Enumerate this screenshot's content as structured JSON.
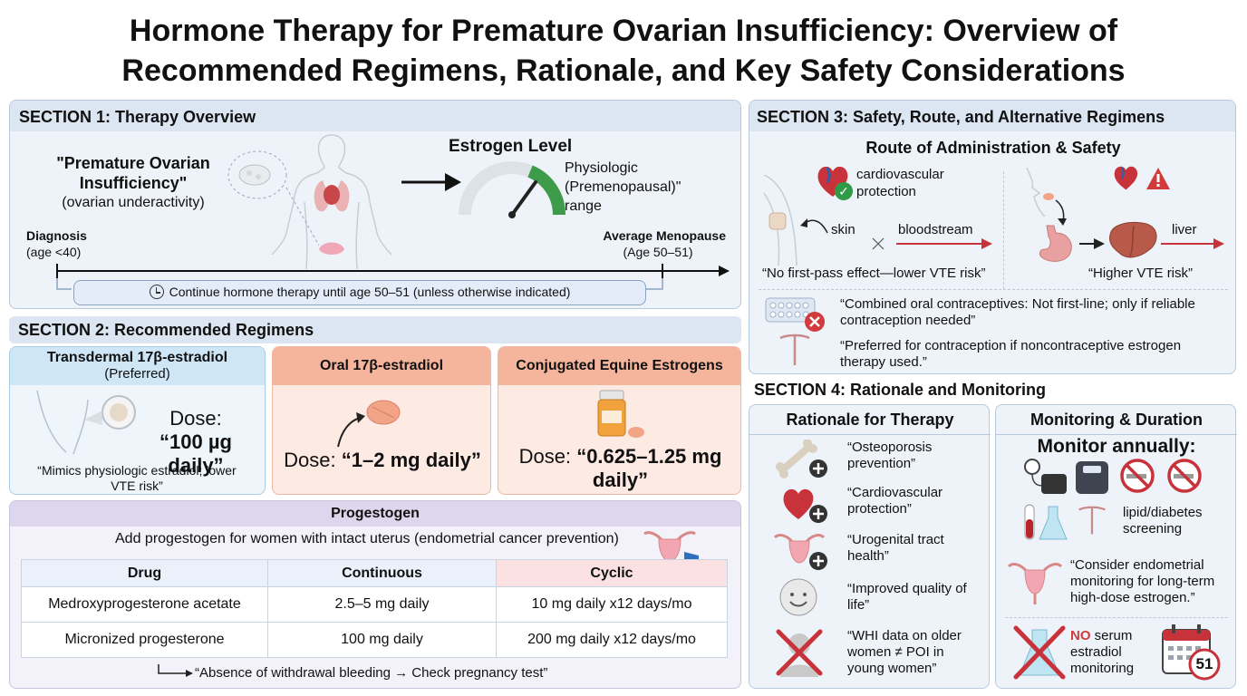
{
  "title": {
    "line1": "Hormone Therapy for Premature Ovarian Insufficiency: Overview of",
    "line2": "Recommended Regimens, Rationale, and Key Safety Considerations"
  },
  "section1": {
    "heading": "SECTION 1: Therapy Overview",
    "poi_title": "\"Premature Ovarian Insufficiency\"",
    "poi_sub": "(ovarian underactivity)",
    "estrogen_title": "Estrogen Level",
    "estrogen_range": "Physiologic (Premenopausal)\" range",
    "diagnosis_label": "Diagnosis",
    "diagnosis_age": "(age <40)",
    "menopause_label": "Average Menopause",
    "menopause_age": "(Age 50–51)",
    "continue_note": "Continue hormone therapy until age 50–51 (unless otherwise indicated)"
  },
  "section2": {
    "heading": "SECTION 2: Recommended Regimens",
    "transdermal": {
      "title": "Transdermal 17β-estradiol",
      "sub": "(Preferred)",
      "dose_label": "Dose:",
      "dose": "“100 µg daily”",
      "note": "“Mimics physiologic estradiol; lower VTE risk”"
    },
    "oral": {
      "title": "Oral 17β-estradiol",
      "dose_label": "Dose:",
      "dose": "“1–2 mg daily”"
    },
    "cee": {
      "title": "Conjugated Equine Estrogens",
      "dose_label": "Dose:",
      "dose": "“0.625–1.25 mg daily”"
    },
    "progestogen": {
      "title": "Progestogen",
      "note": "Add progestogen for women with intact uterus (endometrial cancer prevention)",
      "table_headers": [
        "Drug",
        "Continuous",
        "Cyclic"
      ],
      "table_rows": [
        [
          "Medroxyprogesterone acetate",
          "2.5–5 mg daily",
          "10 mg daily x12 days/mo"
        ],
        [
          "Micronized progesterone",
          "100 mg daily",
          "200 mg daily x12 days/mo"
        ]
      ],
      "footnote": "“Absence of withdrawal bleeding → Check pregnancy test”"
    }
  },
  "section3": {
    "heading": "SECTION 3: Safety, Route, and Alternative Regimens",
    "route_title": "Route of Administration & Safety",
    "cardio_label": "cardiovascular protection",
    "skin_label": "skin",
    "bloodstream_label": "bloodstream",
    "liver_label": "liver",
    "transdermal_note": "“No first-pass effect—lower VTE risk”",
    "oral_note": "“Higher VTE risk”",
    "coc_note": "“Combined oral contraceptives: Not first-line; only if reliable contraception needed”",
    "iud_note": "“Preferred for contraception if noncontraceptive estrogen therapy used.”"
  },
  "section4": {
    "heading": "SECTION 4: Rationale and Monitoring",
    "rationale_title": "Rationale for Therapy",
    "rationale_items": [
      "“Osteoporosis prevention”",
      "“Cardiovascular protection”",
      "“Urogenital tract health”",
      "“Improved quality of life”",
      "“WHI data on older women ≠ POI in young women”"
    ],
    "monitoring_title": "Monitoring & Duration",
    "monitor_annually": "Monitor annually:",
    "lipid_label": "lipid/diabetes screening",
    "endometrial_note": "“Consider endometrial monitoring for long-term high-dose estrogen.”",
    "no_label": "NO",
    "serum_label": "serum estradiol monitoring",
    "calendar_number": "51"
  },
  "colors": {
    "panel_bg": "#eef3f9",
    "panel_border": "#b9c9dc",
    "transdermal_head": "#cfe6f6",
    "oral_head": "#f5b49c",
    "cee_head": "#f5b49c",
    "progestogen_head": "#ddd6ec",
    "danger": "#d23b3b",
    "gauge_green": "#3e9b4a"
  },
  "icons": [
    "clock-icon",
    "heart-icon",
    "check-icon",
    "warning-icon",
    "liver-icon",
    "stomach-icon",
    "uterus-icon",
    "shield-icon",
    "bone-icon",
    "scale-icon",
    "no-smoking-icon",
    "calendar-icon",
    "pill-icon",
    "iud-icon"
  ]
}
